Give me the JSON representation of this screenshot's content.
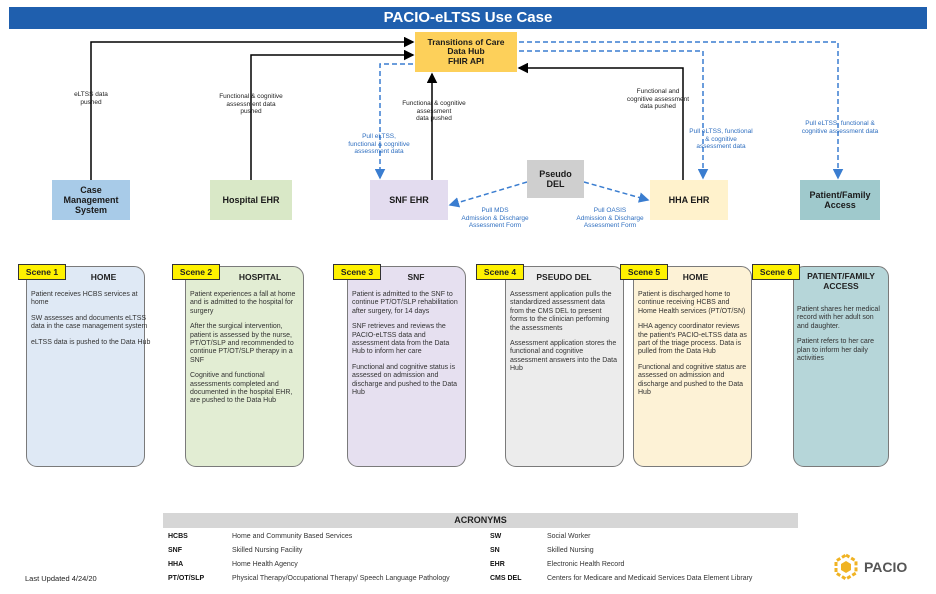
{
  "title": "PACIO-eLTSS Use Case",
  "hub": {
    "line1": "Transitions of Care",
    "line2": "Data Hub",
    "line3": "FHIR API"
  },
  "systems": {
    "case_mgmt": {
      "line1": "Case",
      "line2": "Management",
      "line3": "System"
    },
    "hospital_ehr": "Hospital EHR",
    "snf_ehr": "SNF EHR",
    "pseudo_del": {
      "line1": "Pseudo",
      "line2": "DEL"
    },
    "hha_ehr": "HHA EHR",
    "patient_access": {
      "line1": "Patient/Family",
      "line2": "Access"
    }
  },
  "flow_labels": {
    "eltss_pushed": {
      "line1": "eLTSS data",
      "line2": "pushed"
    },
    "hospital_assessment": {
      "line1": "Functional & cognitive",
      "line2": "assessment data",
      "line3": "pushed"
    },
    "snf_assessment": {
      "line1": "Functional & cognitive",
      "line2": "assessment",
      "line3": "data pushed"
    },
    "snf_pull": {
      "line1": "Pull eLTSS,",
      "line2": "functional & cognitive",
      "line3": "assessment data"
    },
    "hha_assessment": {
      "line1": "Functional and",
      "line2": "cognitive assessment",
      "line3": "data pushed"
    },
    "hha_pull": {
      "line1": "Pull eLTSS, functional",
      "line2": "& cognitive",
      "line3": "assessment data"
    },
    "patient_pull": {
      "line1": "Pull eLTSS, functional &",
      "line2": "cognitive assessment data"
    },
    "pull_mds": {
      "line1": "Pull MDS",
      "line2": "Admission & Discharge",
      "line3": "Assessment Form"
    },
    "pull_oasis": {
      "line1": "Pull OASIS",
      "line2": "Admission & Discharge",
      "line3": "Assessment Form"
    }
  },
  "scenes": [
    {
      "tag": "Scene 1",
      "title": "HOME",
      "paras": [
        "Patient receives HCBS services at home",
        "SW assesses and documents eLTSS data in the case management system",
        "eLTSS data is pushed to the Data Hub"
      ]
    },
    {
      "tag": "Scene 2",
      "title": "HOSPITAL",
      "paras": [
        "Patient experiences a fall at home and is admitted to the hospital for surgery",
        "After the surgical intervention, patient is assessed by the nurse, PT/OT/SLP and recommended to continue PT/OT/SLP therapy in a SNF",
        "Cognitive and functional assessments completed and documented in the hospital EHR, are pushed to the Data Hub"
      ]
    },
    {
      "tag": "Scene 3",
      "title": "SNF",
      "paras": [
        "Patient is admitted to the SNF to continue PT/OT/SLP rehabilitation after surgery, for 14 days",
        "SNF retrieves and reviews the PACIO-eLTSS data and assessment data from the Data Hub to inform her care",
        "Functional and cognitive status is assessed on admission and discharge and pushed to the Data Hub"
      ]
    },
    {
      "tag": "Scene 4",
      "title": "PSEUDO DEL",
      "paras": [
        "Assessment application pulls the standardized assessment data from the CMS DEL to present forms to the clinician performing the assessments",
        "Assessment application stores the functional and cognitive assessment answers into the Data Hub"
      ]
    },
    {
      "tag": "Scene 5",
      "title": "HOME",
      "paras": [
        "Patient is discharged home to continue receiving HCBS and Home Health services (PT/OT/SN)",
        "HHA agency coordinator reviews the patient's PACIO-eLTSS data as part of the triage process. Data is pulled from the Data Hub",
        "Functional and cognitive status are assessed on admission and discharge and pushed to the Data Hub"
      ]
    },
    {
      "tag": "Scene 6",
      "title_line1": "PATIENT/FAMILY",
      "title_line2": "ACCESS",
      "paras": [
        "Patient shares her medical record with her adult son and daughter.",
        "Patient refers to her care plan to inform her daily activities"
      ]
    }
  ],
  "acronyms": {
    "heading": "ACRONYMS",
    "left": [
      {
        "abbr": "HCBS",
        "full": "Home and Community Based Services"
      },
      {
        "abbr": "SNF",
        "full": "Skilled Nursing Facility"
      },
      {
        "abbr": "HHA",
        "full": "Home Health Agency"
      },
      {
        "abbr": "PT/OT/SLP",
        "full": "Physical Therapy/Occupational Therapy/ Speech Language Pathology"
      }
    ],
    "right": [
      {
        "abbr": "SW",
        "full": "Social Worker"
      },
      {
        "abbr": "SN",
        "full": "Skilled Nursing"
      },
      {
        "abbr": "EHR",
        "full": "Electronic Health Record"
      },
      {
        "abbr": "CMS DEL",
        "full": "Centers for Medicare and Medicaid Services Data Element Library"
      }
    ]
  },
  "footer": "Last Updated 4/24/20",
  "logo": "PACIO",
  "colors": {
    "title_bg": "#1f5fae",
    "hub": "#fdd05a",
    "case_mgmt": "#a8cbe8",
    "hospital": "#d9e8c7",
    "snf": "#e3dcef",
    "pseudo_del": "#cfcfcf",
    "hha": "#fff2cc",
    "patient": "#9fc9cc",
    "scene_tag": "#fff200",
    "push_arrow": "#000000",
    "pull_arrow": "#3a7dd0"
  }
}
